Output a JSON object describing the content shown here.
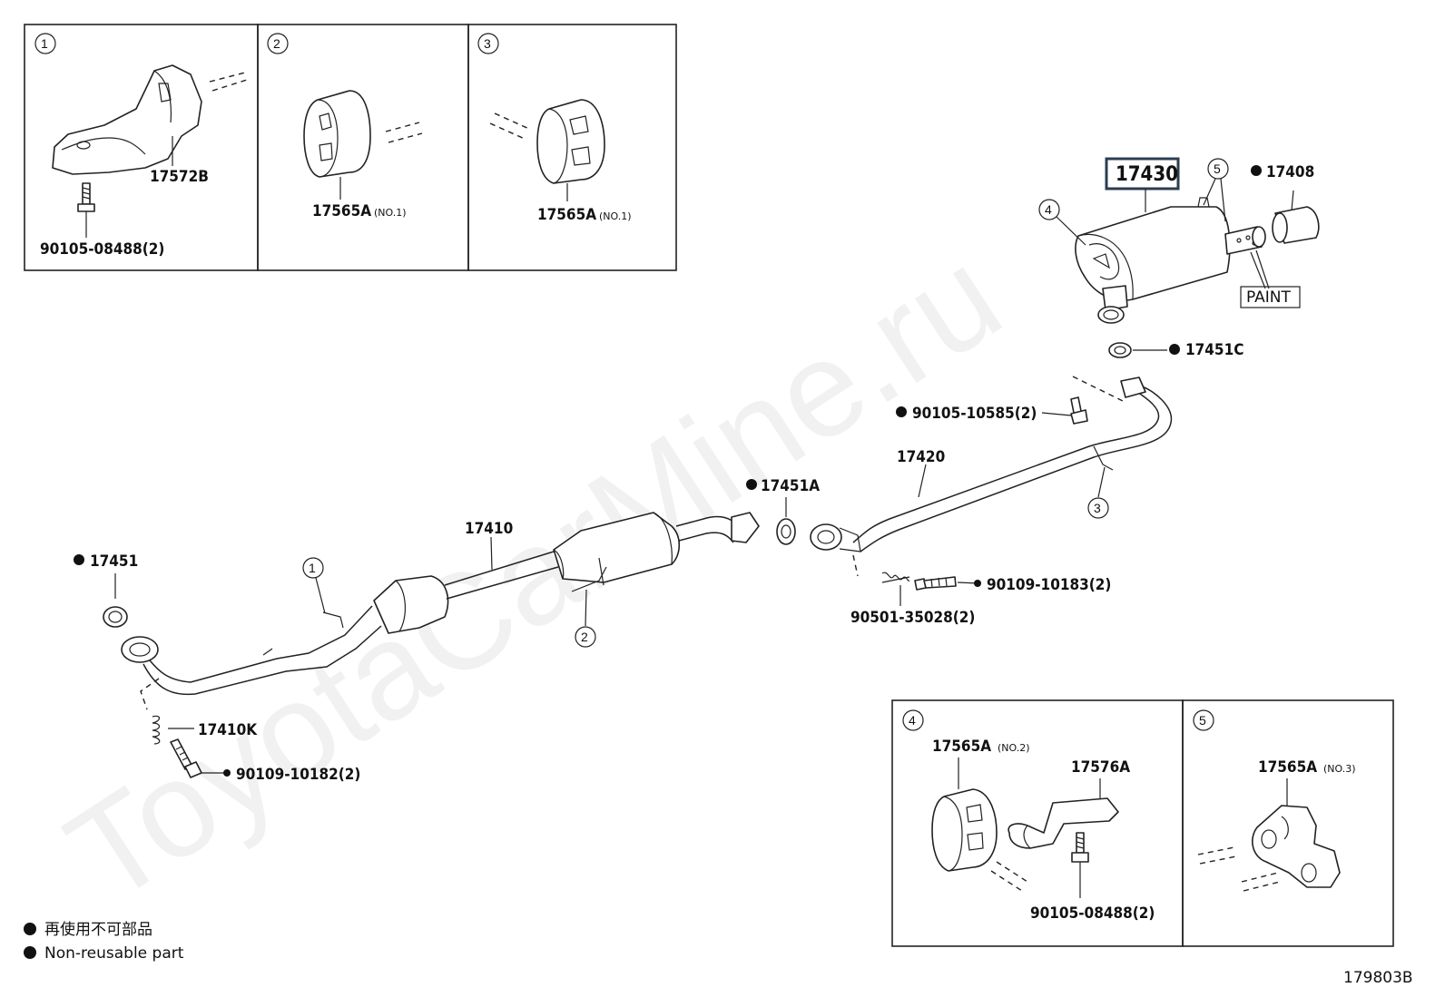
{
  "watermark": "ToyotaCarMine.ru",
  "diagram_id": "179803B",
  "legend": {
    "jp": "再使用不可部品",
    "en": "Non-reusable part"
  },
  "callouts": [
    "1",
    "2",
    "3",
    "4",
    "5"
  ],
  "parts": {
    "p17430": "17430",
    "p17408": "17408",
    "p17451C": "17451C",
    "p90105_10585": "90105-10585(2)",
    "p17420": "17420",
    "p17451A": "17451A",
    "p17410": "17410",
    "p17451": "17451",
    "p17410K": "17410K",
    "p90109_10182": "90109-10182(2)",
    "p90109_10183": "90109-10183(2)",
    "p90501_35028": "90501-35028(2)",
    "p17572B": "17572B",
    "p90105_08488_a": "90105-08488(2)",
    "p17565A_1": "17565A",
    "p17565A_2": "17565A",
    "p17565A_4": "17565A",
    "p17576A": "17576A",
    "p90105_08488_b": "90105-08488(2)",
    "p17565A_5": "17565A",
    "paint": "PAINT"
  },
  "notes": {
    "no1": "(NO.1)",
    "no1b": "(NO.1)",
    "no2": "(NO.2)",
    "no3": "(NO.3)"
  }
}
